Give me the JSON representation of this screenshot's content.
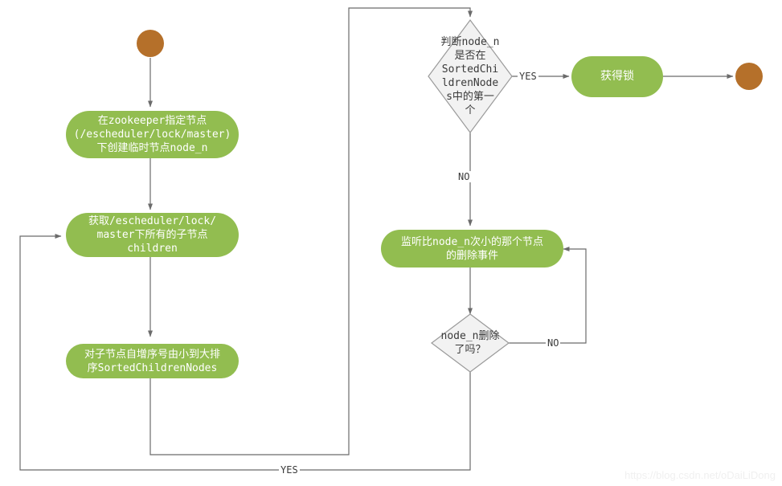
{
  "diagram": {
    "type": "flowchart",
    "title": "zookeeper distributed lock flow",
    "colors": {
      "node_fill": "#92bd50",
      "node_text": "#ffffff",
      "terminal_fill": "#b5702a",
      "decision_fill": "#f2f2f2",
      "decision_stroke": "#9a9a9a",
      "edge_stroke": "#6b6b6b",
      "background": "#ffffff",
      "watermark": "#f0f0f0"
    },
    "nodes": {
      "start": {
        "shape": "circle",
        "label": ""
      },
      "create_node": {
        "shape": "rounded-rect",
        "label": "在zookeeper指定节点\n(/escheduler/lock/master)\n下创建临时节点node_n"
      },
      "get_children": {
        "shape": "rounded-rect",
        "label": "获取/escheduler/lock/\nmaster下所有的子节点\nchildren"
      },
      "sort_children": {
        "shape": "rounded-rect",
        "label": "对子节点自增序号由小到大排\n序SortedChildrenNodes"
      },
      "check_first": {
        "shape": "diamond",
        "label": "判断node_n\n是否在\nSortedChi\nldrenNode\ns中的第一\n个"
      },
      "acquire_lock": {
        "shape": "rounded-rect",
        "label": "获得锁"
      },
      "end": {
        "shape": "circle",
        "label": ""
      },
      "watch_prev": {
        "shape": "rounded-rect",
        "label": "监听比node_n次小的那个节点\n的删除事件"
      },
      "check_deleted": {
        "shape": "diamond",
        "label": "node_n删除\n了吗？"
      }
    },
    "edge_labels": {
      "first_yes": "YES",
      "first_no": "NO",
      "deleted_no": "NO",
      "deleted_yes": "YES"
    }
  },
  "watermark": {
    "text": "https://blog.csdn.net/oDaiLiDong"
  }
}
